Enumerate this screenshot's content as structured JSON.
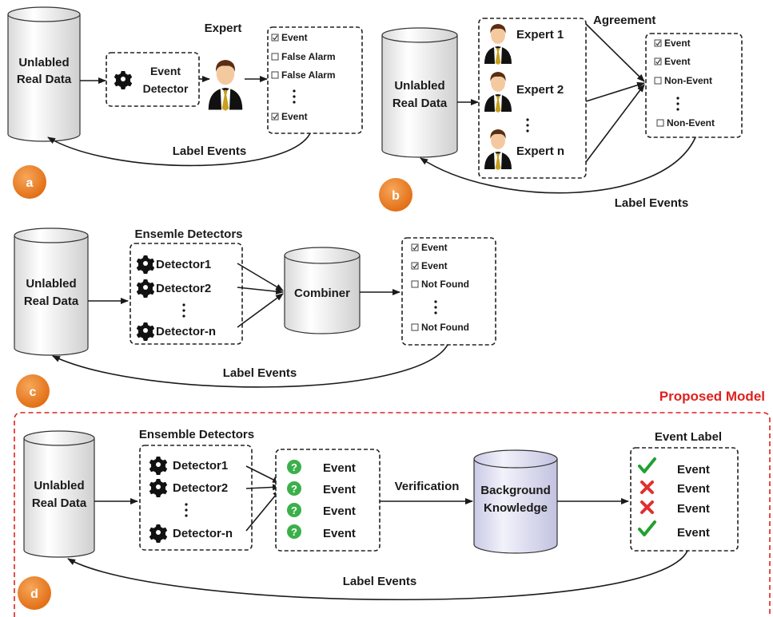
{
  "panel_a": {
    "db_label": [
      "Unlabled",
      "Real Data"
    ],
    "detector_label": [
      "Event",
      "Detector"
    ],
    "expert_title": "Expert",
    "outputs": [
      "Event",
      "False Alarm",
      "False Alarm",
      "Event"
    ],
    "feedback": "Label Events",
    "badge": "a"
  },
  "panel_b": {
    "db_label": [
      "Unlabled",
      "Real Data"
    ],
    "experts": [
      "Expert 1",
      "Expert 2",
      "Expert n"
    ],
    "agreement": "Agreement",
    "outputs": [
      "Event",
      "Event",
      "Non-Event",
      "Non-Event"
    ],
    "feedback": "Label Events",
    "badge": "b"
  },
  "panel_c": {
    "db_label": [
      "Unlabled",
      "Real Data"
    ],
    "ensemble_title": "Ensemle Detectors",
    "detectors": [
      "Detector1",
      "Detector2",
      "Detector-n"
    ],
    "combiner": "Combiner",
    "outputs": [
      "Event",
      "Event",
      "Not Found",
      "Not Found"
    ],
    "feedback": "Label Events",
    "badge": "c"
  },
  "panel_d": {
    "proposed_title": "Proposed Model",
    "db_label": [
      "Unlabled",
      "Real Data"
    ],
    "ensemble_title": "Ensemble Detectors",
    "detectors": [
      "Detector1",
      "Detector2",
      "Detector-n"
    ],
    "candidates": [
      "Event",
      "Event",
      "Event",
      "Event"
    ],
    "verification": "Verification",
    "knowledge": [
      "Background",
      "Knowledge"
    ],
    "result_title": "Event Label",
    "results": [
      "Event",
      "Event",
      "Event",
      "Event"
    ],
    "feedback": "Label Events",
    "badge": "d"
  },
  "colors": {
    "badge": "#e8701a",
    "proposed_border": "#e02020",
    "check": "#22a030",
    "cross": "#e03030",
    "question": "#3bb04a"
  }
}
